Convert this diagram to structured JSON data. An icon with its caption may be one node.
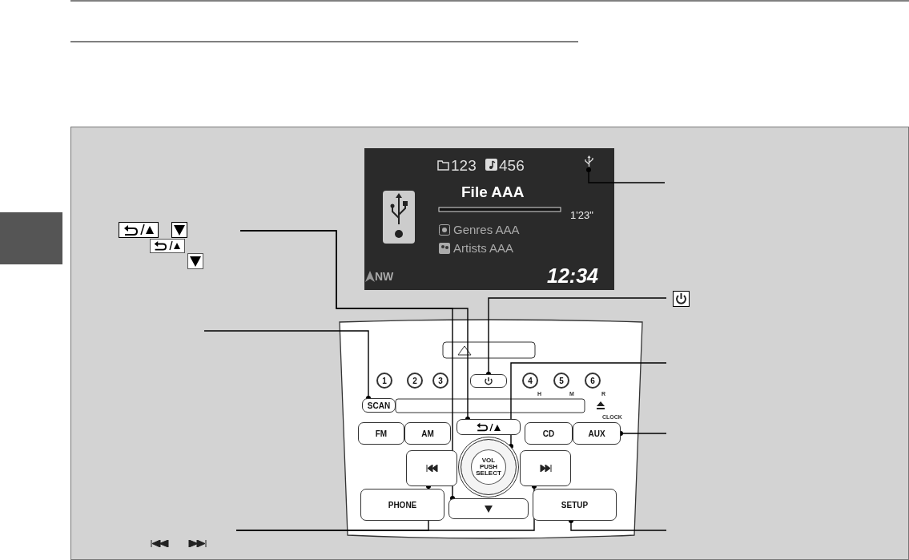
{
  "diagram": {
    "nodes": [
      {
        "text": [],
        "shape": "box"
      },
      {
        "text": [],
        "shape": "box"
      },
      {
        "text": [
          "SCAN"
        ]
      },
      {
        "text": [],
        "shape": "box"
      },
      {
        "text": [
          "AUX"
        ]
      },
      {
        "text": [
          "VOL PUSH SELECT"
        ]
      },
      {
        "text": [],
        "shape": "box"
      },
      {
        "text": [],
        "shape": "box"
      },
      {
        "text": [],
        "shape": "box"
      },
      {
        "text": [
          "SETUP"
        ]
      },
      {
        "text": [
          "FM"
        ]
      },
      {
        "text": [
          "AM"
        ]
      },
      {
        "text": [
          "CD"
        ]
      },
      {
        "text": [
          "PHONE"
        ]
      }
    ],
    "edges": [
      {
        "from": null,
        "to": 3,
        "arrow": "other"
      },
      {
        "from": null,
        "to": 7,
        "arrow": "other"
      },
      {
        "from": null,
        "to": 2,
        "arrow": "other"
      },
      {
        "from": null,
        "to": 0,
        "arrow": "other"
      },
      {
        "from": null,
        "to": 1,
        "arrow": "other"
      },
      {
        "from": null,
        "to": 5,
        "arrow": "other"
      },
      {
        "from": null,
        "to": 4,
        "arrow": "other"
      },
      {
        "from": null,
        "to": 6,
        "arrow": "other"
      },
      {
        "from": null,
        "to": 8,
        "arrow": "other"
      },
      {
        "from": null,
        "to": 9,
        "arrow": "other"
      }
    ],
    "labels": [
      "123",
      "456",
      "File AAA",
      "1'23\"",
      "Genres AAA",
      "Artists AAA",
      "NW",
      "12:34",
      "1",
      "2",
      "3",
      "4",
      "5",
      "6",
      "H",
      "M",
      "R",
      "CLOCK"
    ]
  }
}
